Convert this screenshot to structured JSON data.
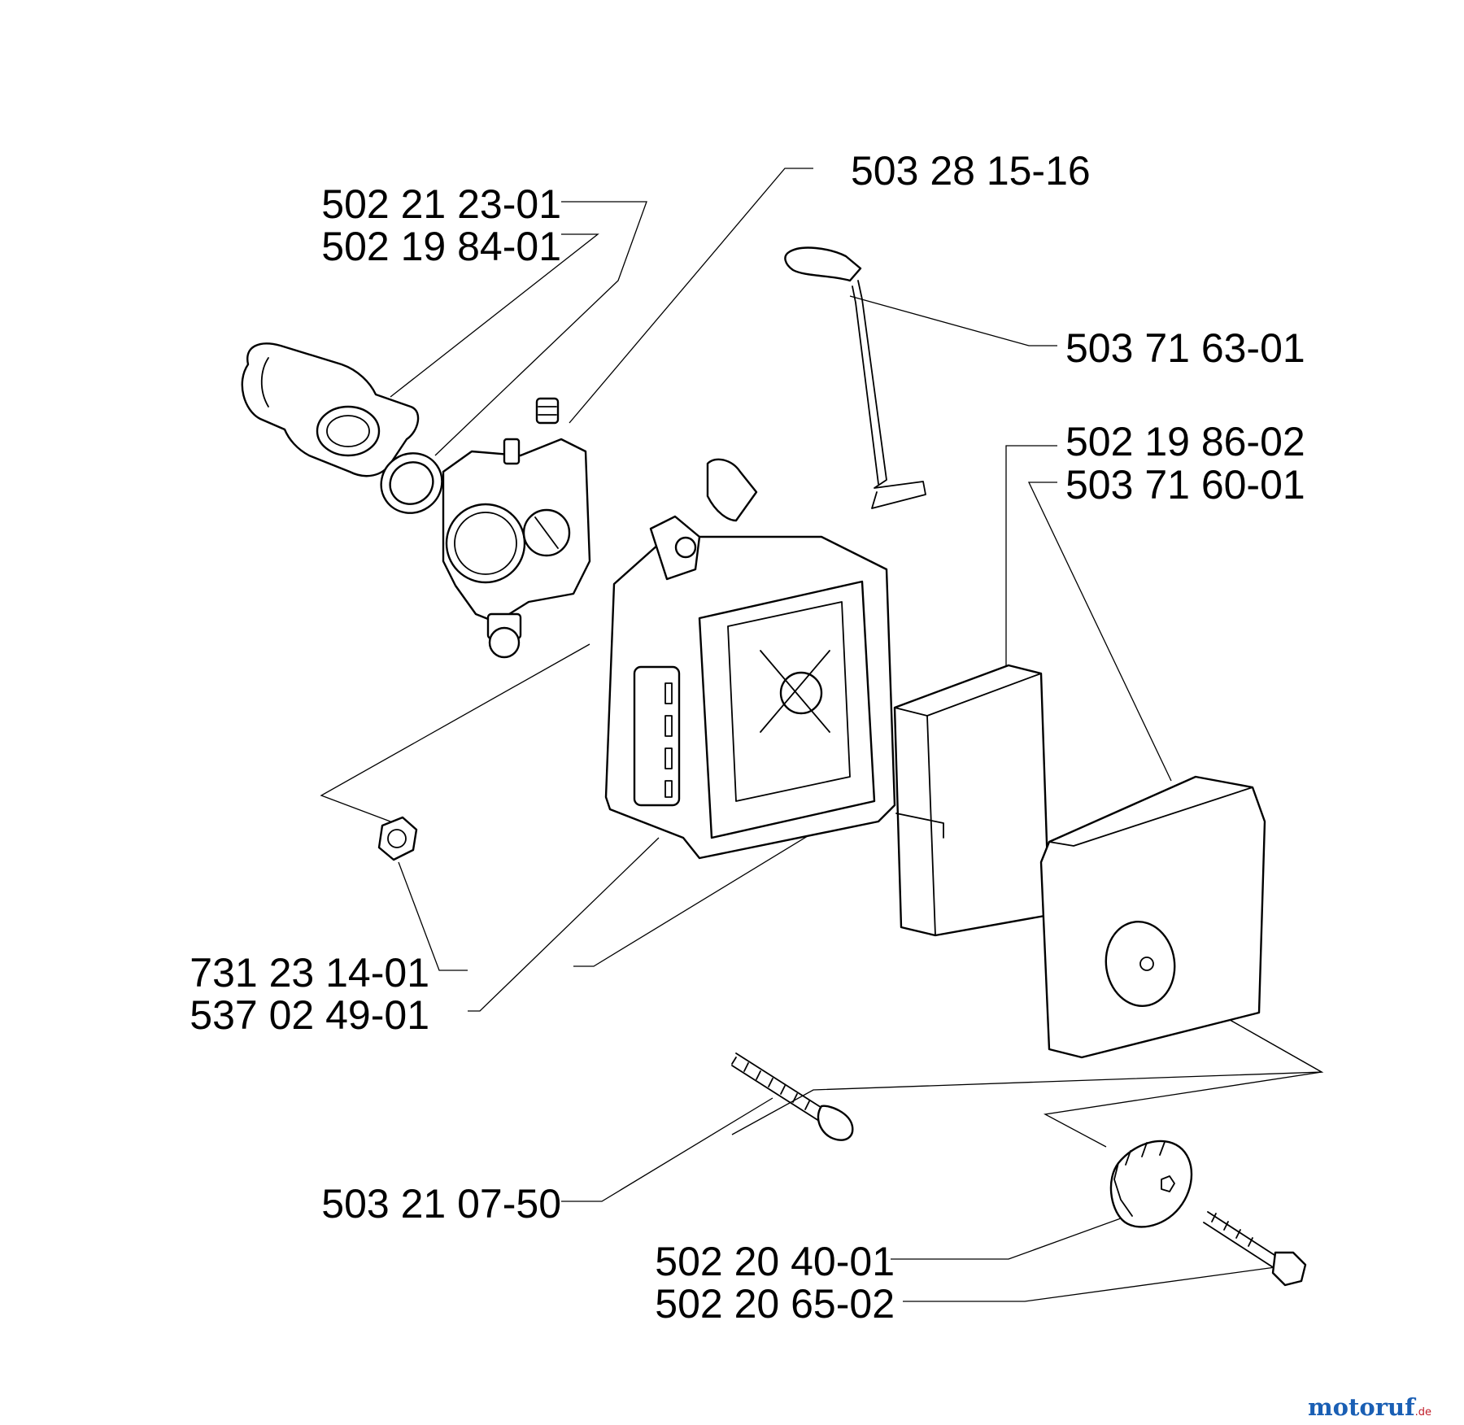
{
  "parts": [
    {
      "id": "intake",
      "number": "502 21 23-01",
      "icon": "intake-manifold-icon"
    },
    {
      "id": "gasket_ring",
      "number": "502 19 84-01",
      "icon": "o-ring-icon"
    },
    {
      "id": "carburetor",
      "number": "503 28 15-16",
      "icon": "carburetor-icon"
    },
    {
      "id": "choke_rod",
      "number": "503 71 63-01",
      "icon": "choke-rod-icon"
    },
    {
      "id": "filter_element",
      "number": "502 19 86-02",
      "icon": "air-filter-element-icon"
    },
    {
      "id": "filter_cover",
      "number": "503 71 60-01",
      "icon": "air-filter-cover-icon"
    },
    {
      "id": "nut",
      "number": "731 23 14-01",
      "icon": "hex-nut-icon"
    },
    {
      "id": "housing",
      "number": "537 02 49-01",
      "icon": "air-filter-housing-icon"
    },
    {
      "id": "screw",
      "number": "503 21 07-50",
      "icon": "screw-icon"
    },
    {
      "id": "knob",
      "number": "502 20 40-01",
      "icon": "knob-icon"
    },
    {
      "id": "bolt",
      "number": "502 20 65-02",
      "icon": "bolt-icon"
    }
  ],
  "watermark": {
    "brand": "motoruf",
    "suffix": ".de"
  },
  "colors": {
    "ink": "#000000",
    "watermark_primary": "#1a5fb4",
    "watermark_accent": "#c01c28"
  }
}
